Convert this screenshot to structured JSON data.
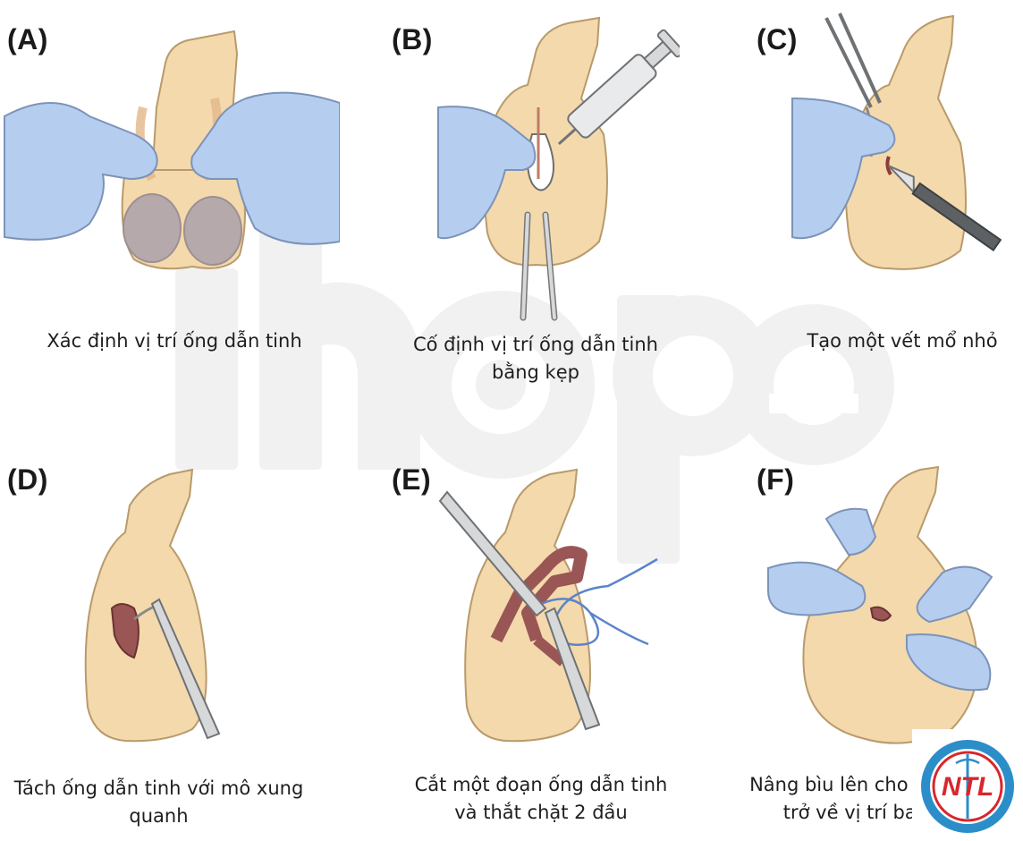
{
  "watermark": "ihope",
  "panels": [
    {
      "label": "(A)",
      "caption": "Xác định vị trí ống dẫn tinh"
    },
    {
      "label": "(B)",
      "caption": "Cố định vị trí ống dẫn tinh bằng kẹp"
    },
    {
      "label": "(C)",
      "caption": "Tạo một vết mổ nhỏ"
    },
    {
      "label": "(D)",
      "caption": "Tách ống dẫn tinh với mô xung quanh"
    },
    {
      "label": "(E)",
      "caption": "Cắt một đoạn ống dẫn tinh và thắt chặt 2 đầu"
    },
    {
      "label": "(F)",
      "caption": "Nâng bìu lên cho tinh hoàn trở về vị trí ban đầu"
    }
  ],
  "logo": {
    "text": "NTL"
  },
  "colors": {
    "skin": "#f3d9ac",
    "skin_outline": "#b99a6b",
    "glove": "#b5cdee",
    "glove_outline": "#7c93b8",
    "testis": "#b5a9ab",
    "vas": "#9a5555",
    "instrument": "#d6d8da",
    "suture": "#5a84c9",
    "logo_ring": "#2b8ec9",
    "logo_red": "#d8262c"
  }
}
